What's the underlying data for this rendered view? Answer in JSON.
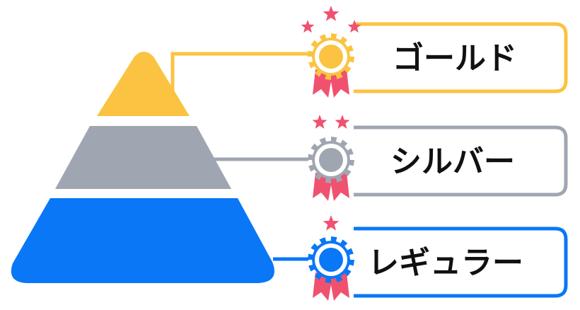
{
  "diagram": {
    "tiers": [
      {
        "key": "gold",
        "label": "ゴールド",
        "color": "#FBC341",
        "stars": 3,
        "medal_icon": "gold-medal-icon"
      },
      {
        "key": "silver",
        "label": "シルバー",
        "color": "#A0A6B1",
        "stars": 2,
        "medal_icon": "silver-medal-icon"
      },
      {
        "key": "regular",
        "label": "レギュラー",
        "color": "#0A77F7",
        "stars": 1,
        "medal_icon": "regular-medal-icon"
      }
    ],
    "ribbon_color": "#F0516F",
    "star_color": "#F0516F"
  }
}
